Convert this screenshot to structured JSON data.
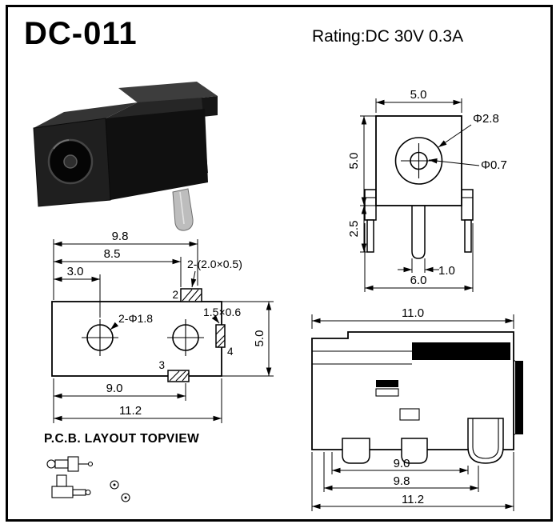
{
  "header": {
    "title": "DC-011",
    "rating": "Rating:DC 30V 0.3A"
  },
  "front_view": {
    "top_width": "5.0",
    "side_height": "5.0",
    "leg_height": "2.5",
    "outer_dia": "Φ2.8",
    "pin_dia": "Φ0.7",
    "pin_width": "1.0",
    "bottom_width": "6.0"
  },
  "pcb_layout": {
    "caption": "P.C.B. LAYOUT TOPVIEW",
    "dim_9_8": "9.8",
    "dim_8_5": "8.5",
    "dim_3_0": "3.0",
    "slot_label": "2-(2.0×0.5)",
    "hole_label": "2-Φ1.8",
    "pad_label": "1.5×0.6",
    "dim_5_0": "5.0",
    "dim_9_0": "9.0",
    "dim_11_2": "11.2",
    "num_2": "2",
    "num_3": "3",
    "num_4": "4"
  },
  "side_view": {
    "dim_11_0": "11.0",
    "dim_9_0": "9.0",
    "dim_9_8": "9.8",
    "dim_11_2": "11.2"
  }
}
